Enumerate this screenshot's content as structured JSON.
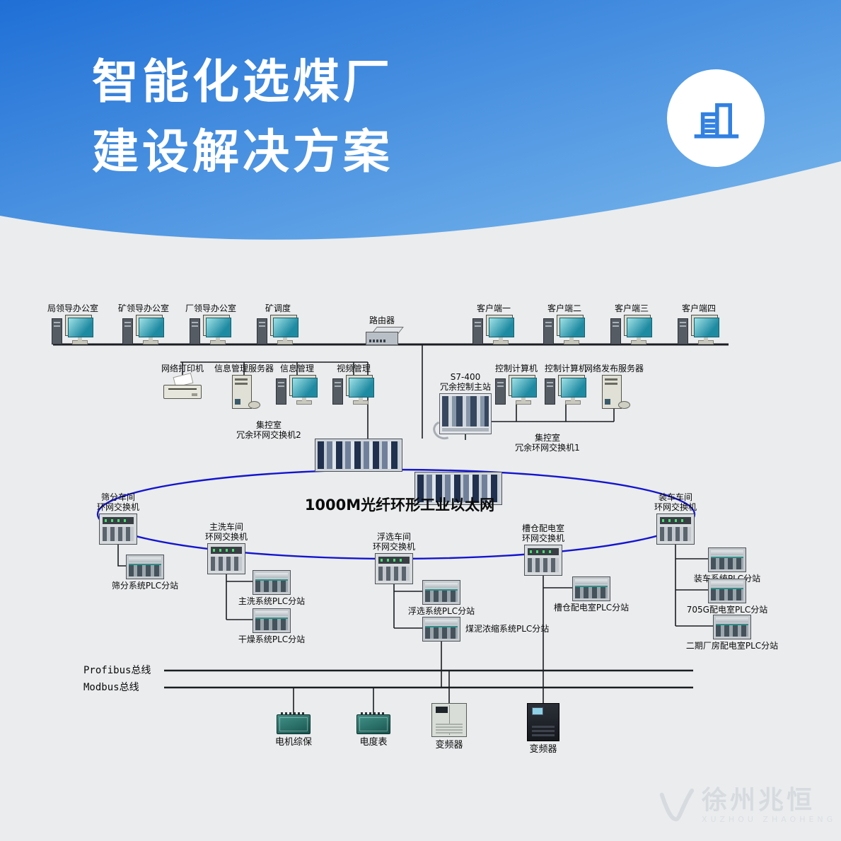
{
  "header": {
    "title_line1": "智能化选煤厂",
    "title_line2": "建设解决方案",
    "accent_color": "#2f7fe0"
  },
  "offices": [
    {
      "label": "局领导办公室"
    },
    {
      "label": "矿领导办公室"
    },
    {
      "label": "厂领导办公室"
    },
    {
      "label": "矿调度"
    }
  ],
  "clients": [
    {
      "label": "客户端一"
    },
    {
      "label": "客户端二"
    },
    {
      "label": "客户端三"
    },
    {
      "label": "客户端四"
    }
  ],
  "router": {
    "label": "路由器"
  },
  "info_devices": [
    {
      "label": "网络打印机"
    },
    {
      "label": "信息管理服务器"
    },
    {
      "label": "信息管理"
    },
    {
      "label": "视频管理"
    }
  ],
  "control_devices": [
    {
      "label": "S7-400\n冗余控制主站"
    },
    {
      "label": "控制计算机"
    },
    {
      "label": "控制计算机"
    },
    {
      "label": "网络发布服务器"
    }
  ],
  "core_switches": [
    {
      "label": "集控室\n冗余环网交换机2"
    },
    {
      "label": "集控室\n冗余环网交换机1"
    }
  ],
  "ring": {
    "label": "1000M光纤环形工业以太网",
    "color": "#1515cd"
  },
  "ring_switches": [
    {
      "label": "筛分车间\n环网交换机"
    },
    {
      "label": "主洗车间\n环网交换机"
    },
    {
      "label": "浮选车间\n环网交换机"
    },
    {
      "label": "槽仓配电室\n环网交换机"
    },
    {
      "label": "装车车间\n环网交换机"
    }
  ],
  "plc_stations": [
    {
      "label": "筛分系统PLC分站"
    },
    {
      "label": "主洗系统PLC分站"
    },
    {
      "label": "干燥系统PLC分站"
    },
    {
      "label": "浮选系统PLC分站"
    },
    {
      "label": "煤泥浓缩系统PLC分站"
    },
    {
      "label": "槽仓配电室PLC分站"
    },
    {
      "label": "装车系统PLC分站"
    },
    {
      "label": "705G配电室PLC分站"
    },
    {
      "label": "二期厂房配电室PLC分站"
    }
  ],
  "buses": [
    {
      "label": "Profibus总线"
    },
    {
      "label": "Modbus总线"
    }
  ],
  "field_devices": [
    {
      "label": "电机综保"
    },
    {
      "label": "电度表"
    },
    {
      "label": "变频器"
    },
    {
      "label": "变频器"
    }
  ],
  "watermark": {
    "name": "徐州兆恒",
    "subtitle": "XUZHOU ZHAOHENG"
  }
}
